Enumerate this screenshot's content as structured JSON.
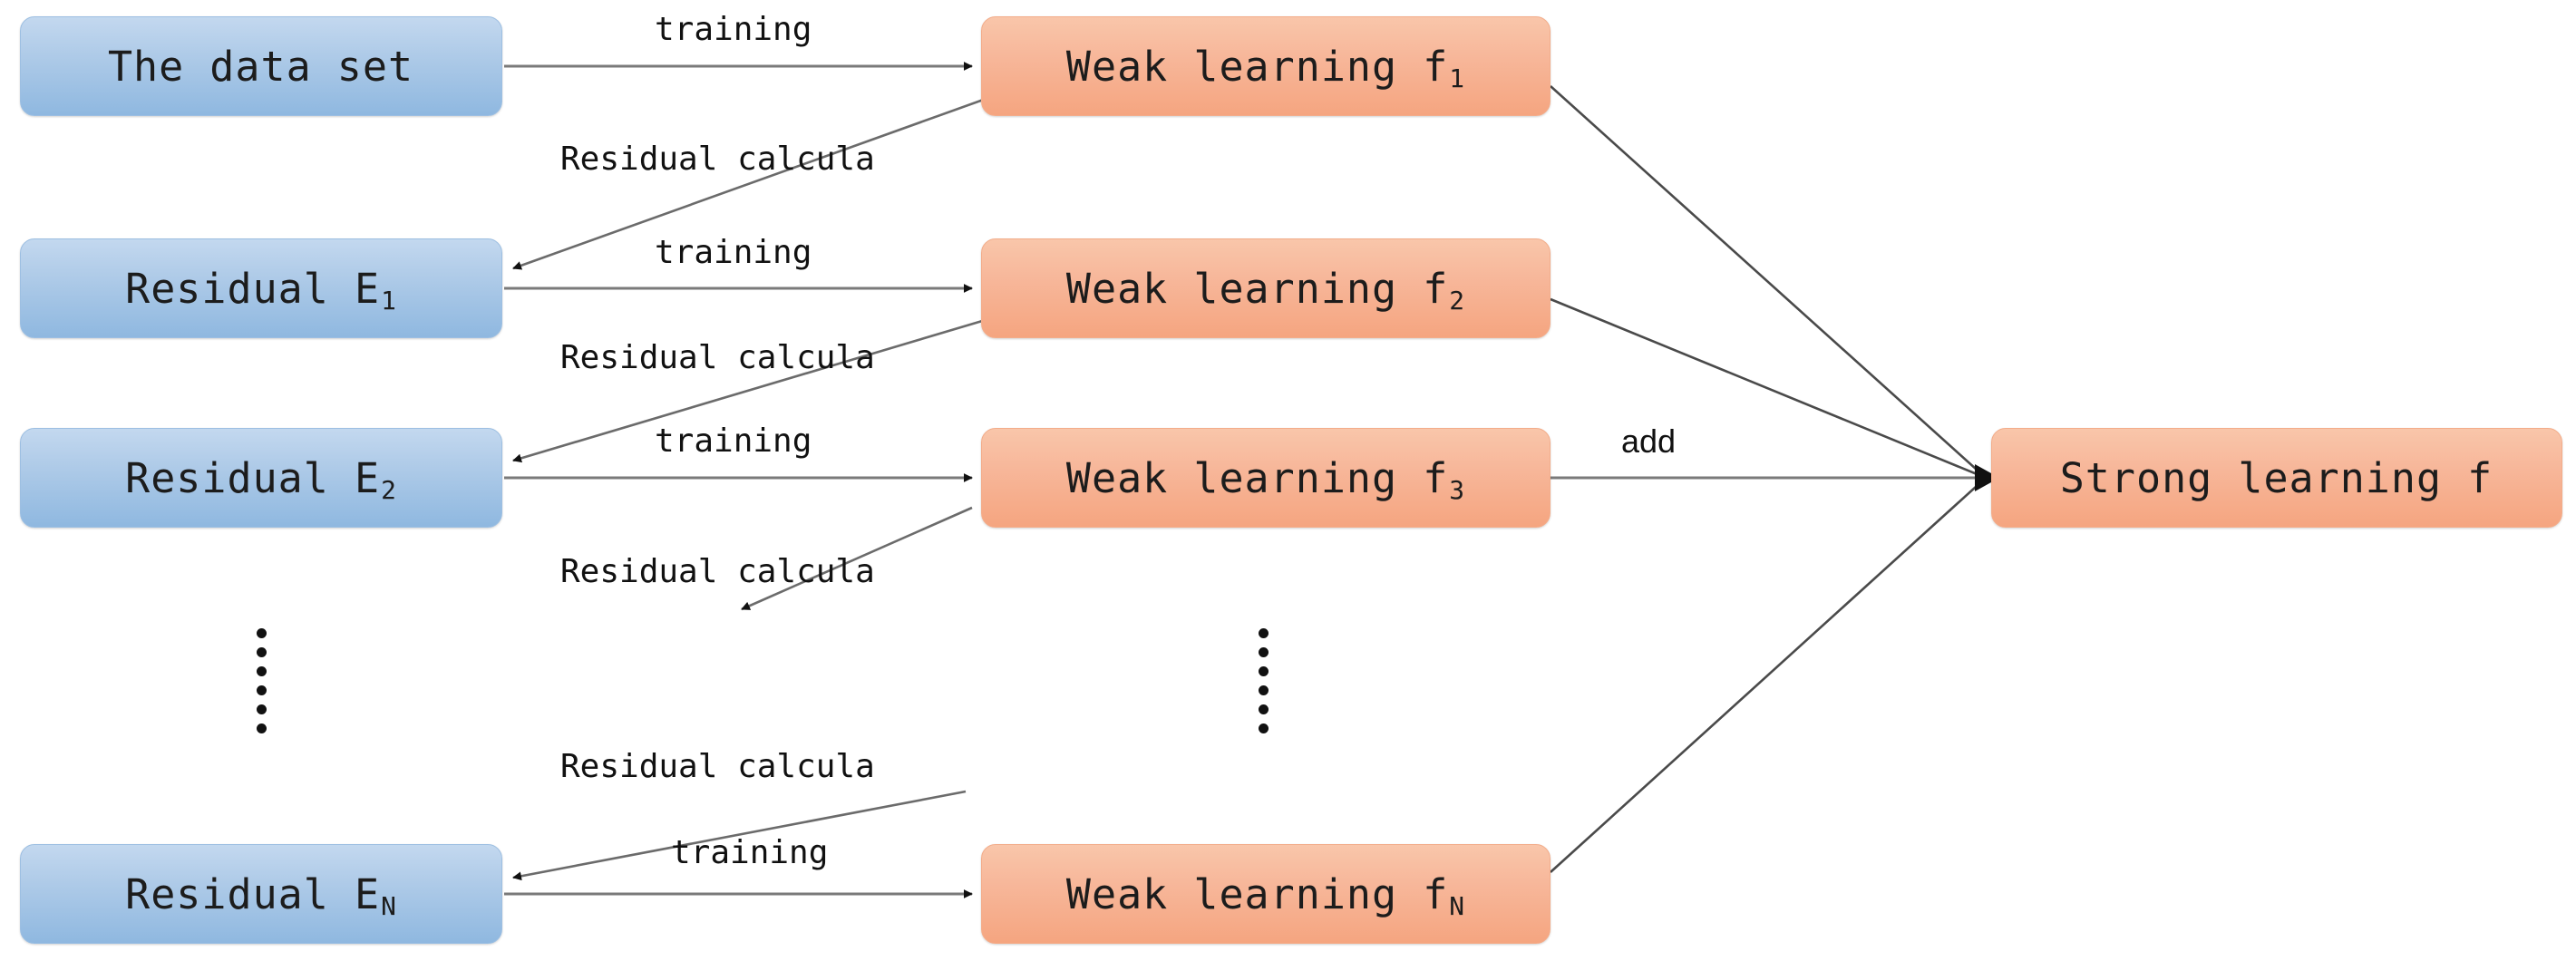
{
  "diagram": {
    "title": "Gradient boosting residual training flow",
    "colors": {
      "blue_node": "#afcbe8",
      "orange_node": "#f7b79a",
      "edge": "#6f6f6f",
      "text": "#1c1c1c",
      "background": "#ffffff"
    },
    "left_nodes": [
      {
        "id": "dataset",
        "text": "The data set",
        "base": "The data set",
        "sub": ""
      },
      {
        "id": "residual-1",
        "text": "Residual E1",
        "base": "Residual E",
        "sub": "1"
      },
      {
        "id": "residual-2",
        "text": "Residual E2",
        "base": "Residual E",
        "sub": "2"
      },
      {
        "id": "residual-n",
        "text": "Residual EN",
        "base": "Residual E",
        "sub": "N"
      }
    ],
    "middle_nodes": [
      {
        "id": "weak-1",
        "text": "Weak learning f1",
        "base": "Weak learning f",
        "sub": "1"
      },
      {
        "id": "weak-2",
        "text": "Weak learning f2",
        "base": "Weak learning f",
        "sub": "2"
      },
      {
        "id": "weak-3",
        "text": "Weak learning f3",
        "base": "Weak learning f",
        "sub": "3"
      },
      {
        "id": "weak-n",
        "text": "Weak learning fN",
        "base": "Weak learning f",
        "sub": "N"
      }
    ],
    "right_node": {
      "id": "strong",
      "text": "Strong learning f",
      "base": "Strong learning f",
      "sub": ""
    },
    "edge_labels": {
      "training": "training",
      "residual_calculation": "Residual calcula",
      "add": "add"
    },
    "training_labels": [
      "training",
      "training",
      "training",
      "training"
    ],
    "residual_labels": [
      "Residual calcula",
      "Residual calcula",
      "Residual calcula",
      "Residual calcula"
    ],
    "ellipsis": {
      "dot_count": 6,
      "columns": [
        "left-column",
        "middle-column"
      ]
    }
  }
}
